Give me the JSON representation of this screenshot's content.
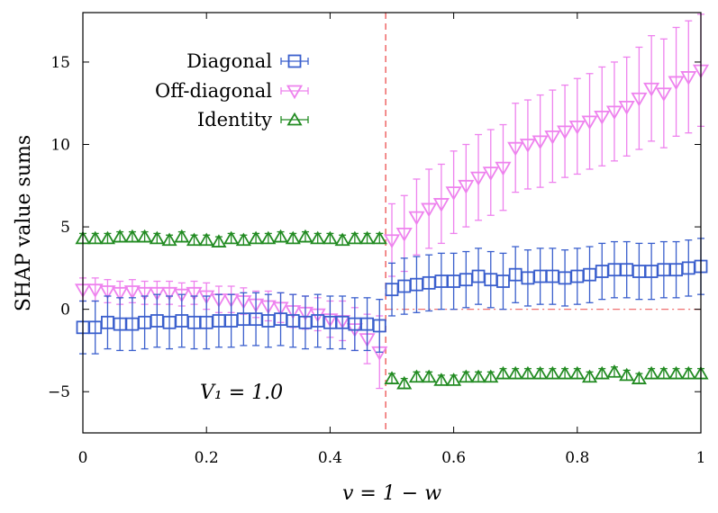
{
  "chart_data": {
    "type": "scatter",
    "title": "",
    "xlabel": "v = 1 − w",
    "ylabel": "SHAP value sums",
    "xlim": [
      0,
      1
    ],
    "ylim": [
      -7.5,
      18
    ],
    "xticks": [
      0,
      0.2,
      0.4,
      0.6,
      0.8,
      1
    ],
    "xtick_labels": [
      "0",
      "0.2",
      "0.4",
      "0.6",
      "0.8",
      "1"
    ],
    "yticks": [
      -5,
      0,
      5,
      10,
      15
    ],
    "ytick_labels": [
      "−5",
      "0",
      "5",
      "10",
      "15"
    ],
    "grid": false,
    "legend_position": "top-left",
    "annotation": "V₁ = 1.0",
    "vertical_line_x": 0.49,
    "x": [
      0.0,
      0.02,
      0.04,
      0.06,
      0.08,
      0.1,
      0.12,
      0.14,
      0.16,
      0.18,
      0.2,
      0.22,
      0.24,
      0.26,
      0.28,
      0.3,
      0.32,
      0.34,
      0.36,
      0.38,
      0.4,
      0.42,
      0.44,
      0.46,
      0.48,
      0.5,
      0.52,
      0.54,
      0.56,
      0.58,
      0.6,
      0.62,
      0.64,
      0.66,
      0.68,
      0.7,
      0.72,
      0.74,
      0.76,
      0.78,
      0.8,
      0.82,
      0.84,
      0.86,
      0.88,
      0.9,
      0.92,
      0.94,
      0.96,
      0.98,
      1.0
    ],
    "series": [
      {
        "name": "Diagonal",
        "color": "#3a5fcd",
        "marker": "square",
        "y": [
          -1.1,
          -1.1,
          -0.8,
          -0.9,
          -0.9,
          -0.8,
          -0.7,
          -0.8,
          -0.7,
          -0.8,
          -0.8,
          -0.7,
          -0.7,
          -0.6,
          -0.6,
          -0.7,
          -0.6,
          -0.7,
          -0.8,
          -0.7,
          -0.8,
          -0.8,
          -0.9,
          -0.9,
          -1.0,
          1.2,
          1.4,
          1.5,
          1.6,
          1.7,
          1.7,
          1.8,
          2.0,
          1.8,
          1.7,
          2.1,
          1.9,
          2.0,
          2.0,
          1.9,
          2.0,
          2.1,
          2.3,
          2.4,
          2.4,
          2.3,
          2.3,
          2.4,
          2.4,
          2.5,
          2.6
        ],
        "err": [
          1.6,
          1.6,
          1.6,
          1.6,
          1.6,
          1.6,
          1.6,
          1.6,
          1.6,
          1.6,
          1.6,
          1.6,
          1.6,
          1.6,
          1.6,
          1.6,
          1.6,
          1.6,
          1.6,
          1.6,
          1.6,
          1.6,
          1.6,
          1.6,
          1.6,
          1.6,
          1.7,
          1.7,
          1.7,
          1.7,
          1.7,
          1.7,
          1.7,
          1.7,
          1.7,
          1.7,
          1.7,
          1.7,
          1.7,
          1.7,
          1.7,
          1.7,
          1.7,
          1.7,
          1.7,
          1.7,
          1.7,
          1.7,
          1.7,
          1.7,
          1.7
        ]
      },
      {
        "name": "Off-diagonal",
        "color": "#ee82ee",
        "marker": "triangle-down",
        "y": [
          1.2,
          1.2,
          1.1,
          1.0,
          1.1,
          1.0,
          1.0,
          1.0,
          0.9,
          1.0,
          0.8,
          0.6,
          0.6,
          0.5,
          0.3,
          0.2,
          0.1,
          -0.1,
          -0.2,
          -0.3,
          -0.6,
          -0.7,
          -1.2,
          -1.8,
          -2.6,
          4.2,
          4.6,
          5.6,
          6.1,
          6.4,
          7.1,
          7.5,
          8.0,
          8.3,
          8.6,
          9.8,
          10.0,
          10.2,
          10.5,
          10.8,
          11.1,
          11.4,
          11.7,
          12.0,
          12.3,
          12.8,
          13.4,
          13.1,
          13.8,
          14.1,
          14.5
        ],
        "err": [
          0.7,
          0.7,
          0.7,
          0.7,
          0.7,
          0.7,
          0.7,
          0.7,
          0.7,
          0.7,
          0.8,
          0.8,
          0.8,
          0.8,
          0.8,
          0.9,
          0.9,
          1.0,
          1.0,
          1.0,
          1.1,
          1.2,
          1.3,
          1.5,
          2.2,
          2.2,
          2.3,
          2.3,
          2.4,
          2.4,
          2.5,
          2.5,
          2.6,
          2.6,
          2.6,
          2.7,
          2.7,
          2.8,
          2.8,
          2.8,
          2.9,
          2.9,
          3.0,
          3.0,
          3.0,
          3.1,
          3.2,
          3.3,
          3.3,
          3.4,
          3.4
        ]
      },
      {
        "name": "Identity",
        "color": "#228b22",
        "marker": "triangle-up",
        "y": [
          4.3,
          4.3,
          4.3,
          4.4,
          4.4,
          4.4,
          4.3,
          4.2,
          4.4,
          4.2,
          4.2,
          4.1,
          4.3,
          4.2,
          4.3,
          4.3,
          4.4,
          4.3,
          4.4,
          4.3,
          4.3,
          4.2,
          4.3,
          4.3,
          4.3,
          -4.2,
          -4.5,
          -4.1,
          -4.1,
          -4.3,
          -4.3,
          -4.1,
          -4.1,
          -4.1,
          -3.9,
          -3.9,
          -3.9,
          -3.9,
          -3.9,
          -3.9,
          -3.9,
          -4.1,
          -3.9,
          -3.8,
          -4.0,
          -4.2,
          -3.9,
          -3.9,
          -3.9,
          -3.9,
          -3.9
        ],
        "err": [
          0.3,
          0.3,
          0.3,
          0.3,
          0.3,
          0.3,
          0.3,
          0.3,
          0.3,
          0.3,
          0.3,
          0.3,
          0.3,
          0.3,
          0.3,
          0.3,
          0.3,
          0.3,
          0.3,
          0.3,
          0.3,
          0.3,
          0.3,
          0.3,
          0.3,
          0.3,
          0.3,
          0.3,
          0.3,
          0.3,
          0.3,
          0.3,
          0.3,
          0.3,
          0.3,
          0.3,
          0.3,
          0.3,
          0.3,
          0.3,
          0.3,
          0.3,
          0.3,
          0.3,
          0.3,
          0.3,
          0.3,
          0.3,
          0.3,
          0.3,
          0.3
        ]
      }
    ]
  },
  "colors": {
    "reference_lines": "#f07070"
  }
}
